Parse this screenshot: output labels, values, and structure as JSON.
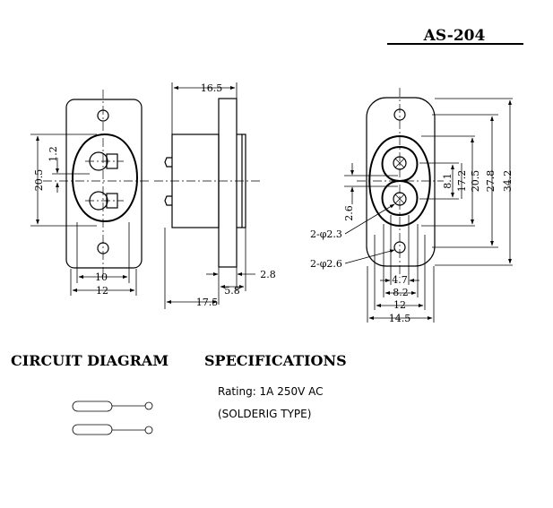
{
  "title": "AS-204",
  "front_view": {
    "dims": {
      "height": "20.5",
      "pin_gap": "1.2",
      "inner_width": "10",
      "outer_width": "12"
    }
  },
  "side_view": {
    "dims": {
      "top": "16.5",
      "flange": "2.8",
      "body": "5.8",
      "total": "17.5"
    }
  },
  "back_view": {
    "dims": {
      "d_81": "8.1",
      "d_172": "17.2",
      "d_205": "20.5",
      "d_278": "27.8",
      "d_342": "34.2",
      "d_26": "2.6",
      "hole_small": "2-φ2.3",
      "hole_large": "2-φ2.6",
      "w_47": "4.7",
      "w_82": "8.2",
      "w_12": "12",
      "w_145": "14.5"
    }
  },
  "circuit": {
    "heading": "CIRCUIT DIAGRAM"
  },
  "specs": {
    "heading": "SPECIFICATIONS",
    "rating": "Rating: 1A 250V AC",
    "type": "(SOLDERIG TYPE)"
  }
}
